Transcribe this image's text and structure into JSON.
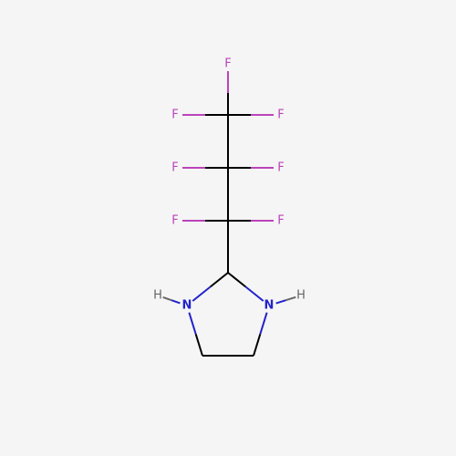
{
  "molecule": {
    "colors": {
      "background": "#f5f5f5",
      "carbon": "#000000",
      "nitrogen": "#2222cc",
      "hydrogen": "#666666",
      "fluorine": "#bb44bb"
    },
    "atoms": [
      {
        "id": "F1",
        "element": "F",
        "label": "F"
      },
      {
        "id": "F2",
        "element": "F",
        "label": "F"
      },
      {
        "id": "F3",
        "element": "F",
        "label": "F"
      },
      {
        "id": "F4",
        "element": "F",
        "label": "F"
      },
      {
        "id": "F5",
        "element": "F",
        "label": "F"
      },
      {
        "id": "F6",
        "element": "F",
        "label": "F"
      },
      {
        "id": "F7",
        "element": "F",
        "label": "F"
      },
      {
        "id": "N1",
        "element": "N",
        "label": "N"
      },
      {
        "id": "H1",
        "element": "H",
        "label": "H"
      },
      {
        "id": "N2",
        "element": "N",
        "label": "N"
      },
      {
        "id": "H2",
        "element": "H",
        "label": "H"
      }
    ]
  }
}
